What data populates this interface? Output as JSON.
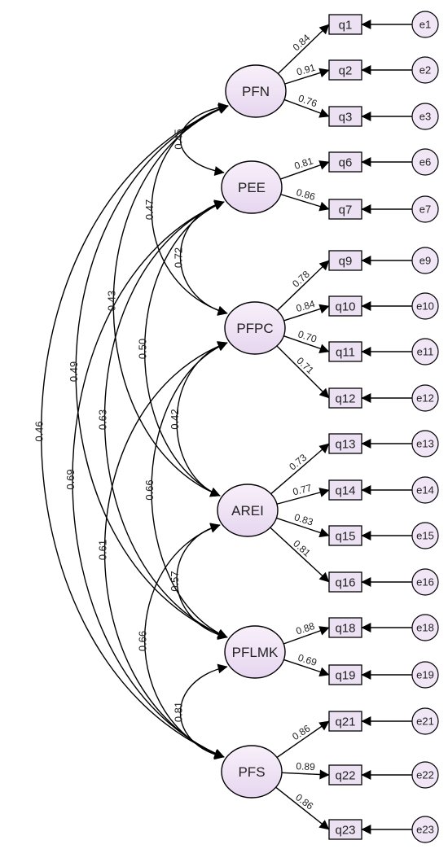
{
  "colors": {
    "factor_fill_top": "#f8f0fa",
    "factor_fill_bottom": "#e6d6ef",
    "indicator_fill": "#ebe1f3",
    "error_fill": "#f1e6f6",
    "stroke": "#000000"
  },
  "factors": [
    {
      "id": "PFN",
      "label": "PFN"
    },
    {
      "id": "PEE",
      "label": "PEE"
    },
    {
      "id": "PFPC",
      "label": "PFPC"
    },
    {
      "id": "AREI",
      "label": "AREI"
    },
    {
      "id": "PFLMK",
      "label": "PFLMK"
    },
    {
      "id": "PFS",
      "label": "PFS"
    }
  ],
  "indicators": [
    {
      "id": "q1",
      "label": "q1",
      "factor": "PFN",
      "loading": "0.84",
      "error": "e1"
    },
    {
      "id": "q2",
      "label": "q2",
      "factor": "PFN",
      "loading": "0.91",
      "error": "e2"
    },
    {
      "id": "q3",
      "label": "q3",
      "factor": "PFN",
      "loading": "0.76",
      "error": "e3"
    },
    {
      "id": "q6",
      "label": "q6",
      "factor": "PEE",
      "loading": "0.81",
      "error": "e6"
    },
    {
      "id": "q7",
      "label": "q7",
      "factor": "PEE",
      "loading": "0.86",
      "error": "e7"
    },
    {
      "id": "q9",
      "label": "q9",
      "factor": "PFPC",
      "loading": "0.78",
      "error": "e9"
    },
    {
      "id": "q10",
      "label": "q10",
      "factor": "PFPC",
      "loading": "0.84",
      "error": "e10"
    },
    {
      "id": "q11",
      "label": "q11",
      "factor": "PFPC",
      "loading": "0.70",
      "error": "e11"
    },
    {
      "id": "q12",
      "label": "q12",
      "factor": "PFPC",
      "loading": "0.71",
      "error": "e12"
    },
    {
      "id": "q13",
      "label": "q13",
      "factor": "AREI",
      "loading": "0.73",
      "error": "e13"
    },
    {
      "id": "q14",
      "label": "q14",
      "factor": "AREI",
      "loading": "0.77",
      "error": "e14"
    },
    {
      "id": "q15",
      "label": "q15",
      "factor": "AREI",
      "loading": "0.83",
      "error": "e15"
    },
    {
      "id": "q16",
      "label": "q16",
      "factor": "AREI",
      "loading": "0.81",
      "error": "e16"
    },
    {
      "id": "q18",
      "label": "q18",
      "factor": "PFLMK",
      "loading": "0.88",
      "error": "e18"
    },
    {
      "id": "q19",
      "label": "q19",
      "factor": "PFLMK",
      "loading": "0.69",
      "error": "e19"
    },
    {
      "id": "q21",
      "label": "q21",
      "factor": "PFS",
      "loading": "0.86",
      "error": "e21"
    },
    {
      "id": "q22",
      "label": "q22",
      "factor": "PFS",
      "loading": "0.89",
      "error": "e22"
    },
    {
      "id": "q23",
      "label": "q23",
      "factor": "PFS",
      "loading": "0.86",
      "error": "e23"
    }
  ],
  "correlations": [
    {
      "from": "PFN",
      "to": "PEE",
      "value": "0.45"
    },
    {
      "from": "PFN",
      "to": "PFPC",
      "value": "0.47"
    },
    {
      "from": "PFN",
      "to": "AREI",
      "value": "0.43"
    },
    {
      "from": "PFN",
      "to": "PFLMK",
      "value": "0.49"
    },
    {
      "from": "PFN",
      "to": "PFS",
      "value": "0.46"
    },
    {
      "from": "PEE",
      "to": "PFPC",
      "value": "0.72"
    },
    {
      "from": "PEE",
      "to": "AREI",
      "value": "0.50"
    },
    {
      "from": "PEE",
      "to": "PFLMK",
      "value": "0.63"
    },
    {
      "from": "PEE",
      "to": "PFS",
      "value": "0.69"
    },
    {
      "from": "PFPC",
      "to": "AREI",
      "value": "0.42"
    },
    {
      "from": "PFPC",
      "to": "PFLMK",
      "value": "0.66"
    },
    {
      "from": "PFPC",
      "to": "PFS",
      "value": "0.61"
    },
    {
      "from": "AREI",
      "to": "PFLMK",
      "value": "0.57"
    },
    {
      "from": "AREI",
      "to": "PFS",
      "value": "0.66"
    },
    {
      "from": "PFLMK",
      "to": "PFS",
      "value": "0.81"
    }
  ]
}
